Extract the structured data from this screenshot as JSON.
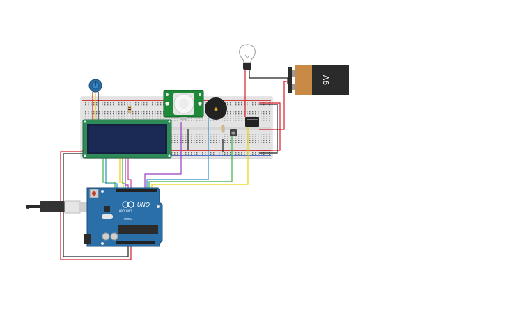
{
  "circuit": {
    "battery": {
      "label": "9V"
    },
    "arduino": {
      "model": "UNO",
      "brand": "ARDUINO",
      "chip_label": "ATMEGA"
    },
    "lcd": {
      "text": ""
    },
    "colors": {
      "breadboard": "#e2e2e2",
      "lcd_board": "#2e8b57",
      "lcd_screen": "#1a2a55",
      "arduino_board": "#2a6fa8",
      "battery_body": "#2b2b2b",
      "battery_cap": "#c98a45",
      "pir_board": "#1d8a3a",
      "buzzer": "#222222",
      "wire_red": "#d4202a",
      "wire_black": "#222222",
      "wire_yellow": "#e8d400",
      "wire_green": "#3cb043",
      "wire_blue": "#2a8fc9",
      "wire_purple": "#9b3dbd",
      "wire_magenta": "#d23ca0",
      "wire_orange": "#e88a1a"
    }
  }
}
